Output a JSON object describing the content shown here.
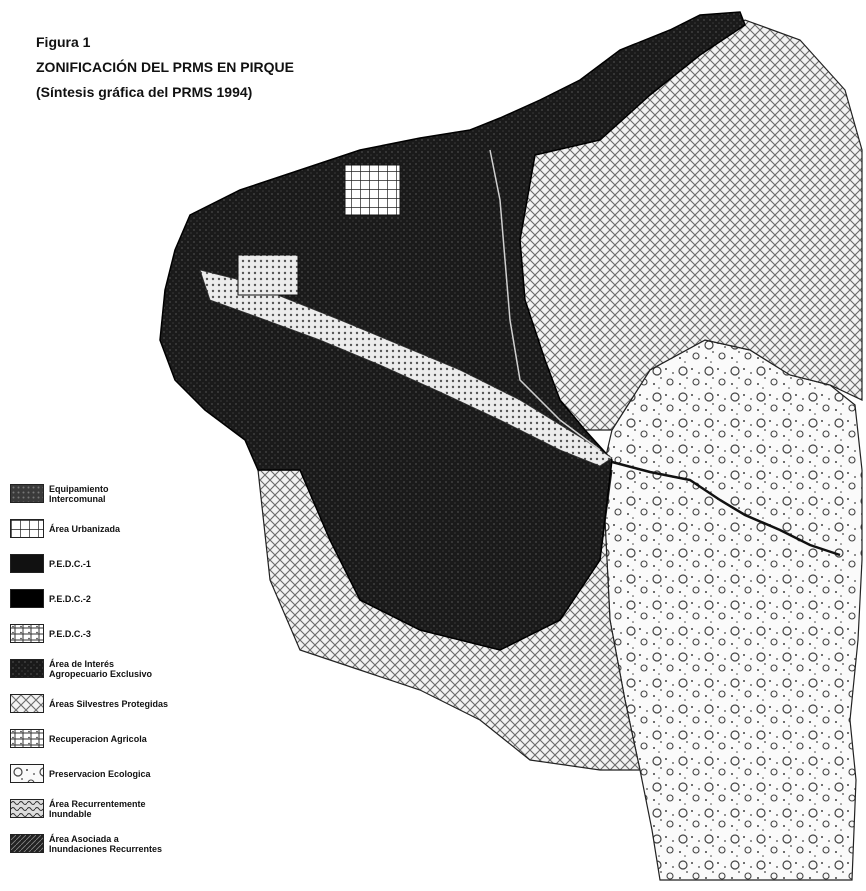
{
  "figure": {
    "number": "Figura 1",
    "title": "ZONIFICACIÓN DEL PRMS EN PIRQUE",
    "subtitle": "(Síntesis gráfica del PRMS 1994)"
  },
  "legend": {
    "items": [
      {
        "label": "Equipamiento\nIntercomunal",
        "pattern": "equip"
      },
      {
        "label": "Área Urbanizada",
        "pattern": "grid"
      },
      {
        "label": "P.E.D.C.-1",
        "pattern": "black"
      },
      {
        "label": "P.E.D.C.-2",
        "pattern": "black2"
      },
      {
        "label": "P.E.D.C.-3",
        "pattern": "grid2"
      },
      {
        "label": "Área de Interés\nAgropecuario Exclusivo",
        "pattern": "agro"
      },
      {
        "label": "Áreas Silvestres Protegidas",
        "pattern": "silv"
      },
      {
        "label": "Recuperacion Agricola",
        "pattern": "recu"
      },
      {
        "label": "Preservacion Ecologica",
        "pattern": "pres"
      },
      {
        "label": "Área Recurrentemente\nInundable",
        "pattern": "inund"
      },
      {
        "label": "Área Asociada a\nInundaciones Recurrentes",
        "pattern": "asoc"
      }
    ]
  }
}
